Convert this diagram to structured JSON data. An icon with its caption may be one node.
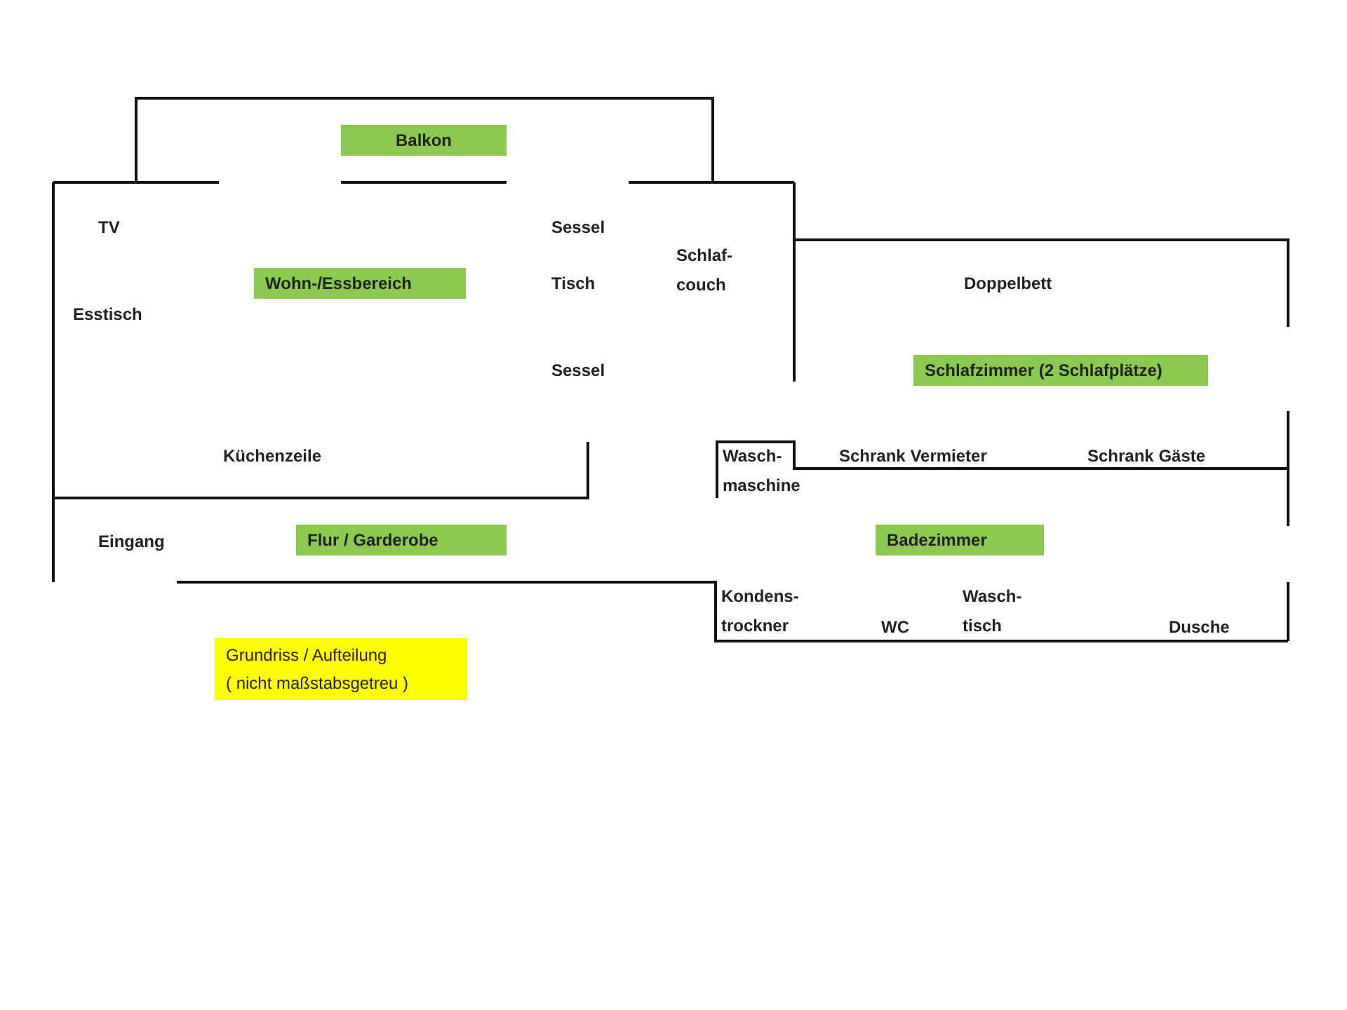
{
  "diagram": {
    "nodes": [
      {
        "text": [
          "Balkon"
        ]
      },
      {
        "text": [
          "Wohn-/Essbereich"
        ]
      },
      {
        "text": [
          "Schlafzimmer (2 Schlafplätze)"
        ]
      },
      {
        "text": [
          "Flur / Garderobe"
        ]
      },
      {
        "text": [
          "Badezimmer"
        ]
      },
      {
        "text": [
          "Grundriss / Aufteilung",
          "( nicht maßstabsgetreu )"
        ]
      }
    ],
    "labels": [
      "TV",
      "Sessel",
      "Schlaf- couch",
      "Tisch",
      "Doppelbett",
      "Esstisch",
      "Sessel",
      "Küchenzeile",
      "Wasch- maschine",
      "Schrank Vermieter",
      "Schrank Gäste",
      "Eingang",
      "Kondens- trockner",
      "WC",
      "Wasch- tisch",
      "Dusche"
    ]
  }
}
